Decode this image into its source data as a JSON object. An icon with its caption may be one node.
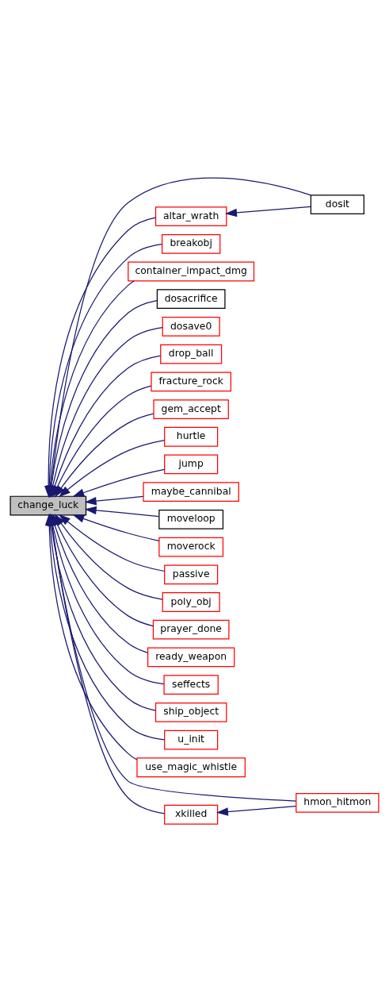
{
  "diagram": {
    "nodes": [
      {
        "text": [
          "change_luck"
        ]
      },
      {
        "text": [
          "altar_wrath"
        ]
      },
      {
        "text": [
          "dosit"
        ]
      },
      {
        "text": [
          "breakobj"
        ]
      },
      {
        "text": [
          "container_impact_dmg"
        ]
      },
      {
        "text": [
          "dosacrifice"
        ]
      },
      {
        "text": [
          "dosave0"
        ]
      },
      {
        "text": [
          "drop_ball"
        ]
      },
      {
        "text": [
          "fracture_rock"
        ]
      },
      {
        "text": [
          "gem_accept"
        ]
      },
      {
        "text": [
          "hurtle"
        ]
      },
      {
        "text": [
          "jump"
        ]
      },
      {
        "text": [
          "maybe_cannibal"
        ]
      },
      {
        "text": [
          "moveloop"
        ]
      },
      {
        "text": [
          "moverock"
        ]
      },
      {
        "text": [
          "passive"
        ]
      },
      {
        "text": [
          "poly_obj"
        ]
      },
      {
        "text": [
          "prayer_done"
        ]
      },
      {
        "text": [
          "ready_weapon"
        ]
      },
      {
        "text": [
          "seffects"
        ]
      },
      {
        "text": [
          "ship_object"
        ]
      },
      {
        "text": [
          "u_init"
        ]
      },
      {
        "text": [
          "use_magic_whistle"
        ]
      },
      {
        "text": [
          "hmon_hitmon"
        ]
      },
      {
        "text": [
          "xkilled"
        ]
      }
    ],
    "edges": [
      {
        "from": 1,
        "to": 0,
        "arrow": "to"
      },
      {
        "from": 2,
        "to": 1,
        "arrow": "to"
      },
      {
        "from": 2,
        "to": 0,
        "arrow": "to"
      },
      {
        "from": 3,
        "to": 0,
        "arrow": "to"
      },
      {
        "from": 4,
        "to": 0,
        "arrow": "to"
      },
      {
        "from": 5,
        "to": 0,
        "arrow": "to"
      },
      {
        "from": 6,
        "to": 0,
        "arrow": "to"
      },
      {
        "from": 7,
        "to": 0,
        "arrow": "to"
      },
      {
        "from": 8,
        "to": 0,
        "arrow": "to"
      },
      {
        "from": 9,
        "to": 0,
        "arrow": "to"
      },
      {
        "from": 23,
        "to": 0,
        "arrow": "to"
      },
      {
        "from": 10,
        "to": 0,
        "arrow": "to"
      },
      {
        "from": 11,
        "to": 0,
        "arrow": "to"
      },
      {
        "from": 12,
        "to": 0,
        "arrow": "to"
      },
      {
        "from": 13,
        "to": 0,
        "arrow": "to"
      },
      {
        "from": 14,
        "to": 0,
        "arrow": "to"
      },
      {
        "from": 15,
        "to": 0,
        "arrow": "to"
      },
      {
        "from": 16,
        "to": 0,
        "arrow": "to"
      },
      {
        "from": 17,
        "to": 0,
        "arrow": "to"
      },
      {
        "from": 18,
        "to": 0,
        "arrow": "to"
      },
      {
        "from": 19,
        "to": 0,
        "arrow": "to"
      },
      {
        "from": 20,
        "to": 0,
        "arrow": "to"
      },
      {
        "from": 21,
        "to": 0,
        "arrow": "to"
      },
      {
        "from": 22,
        "to": 0,
        "arrow": "to"
      },
      {
        "from": 24,
        "to": 0,
        "arrow": "to"
      },
      {
        "from": 23,
        "to": 24,
        "arrow": "to"
      }
    ]
  }
}
